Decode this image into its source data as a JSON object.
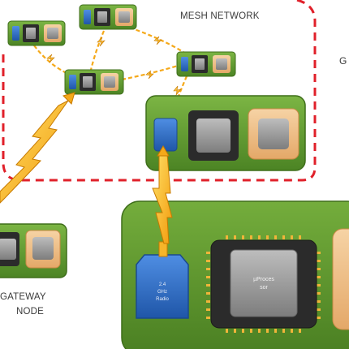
{
  "mesh_network": {
    "title": "MESH NETWORK"
  },
  "gateway": {
    "line1": "GATEWAY",
    "line2": "NODE"
  },
  "edge_text": "G",
  "radio_chip": {
    "line1": "2.4",
    "line2": "GHz",
    "line3": "Radio"
  },
  "mcu_chip": {
    "line1": "µProces",
    "line2": "sor"
  },
  "colors": {
    "board_green": "#5f9a2e",
    "board_dark": "#3e6e1a",
    "dashed_boundary": "#e0202a",
    "link_arrow": "#f5b21a",
    "radio_blue": "#2d6bc4",
    "peripheral_orange": "#f0c48c",
    "chip_dark": "#2b2b2b"
  }
}
